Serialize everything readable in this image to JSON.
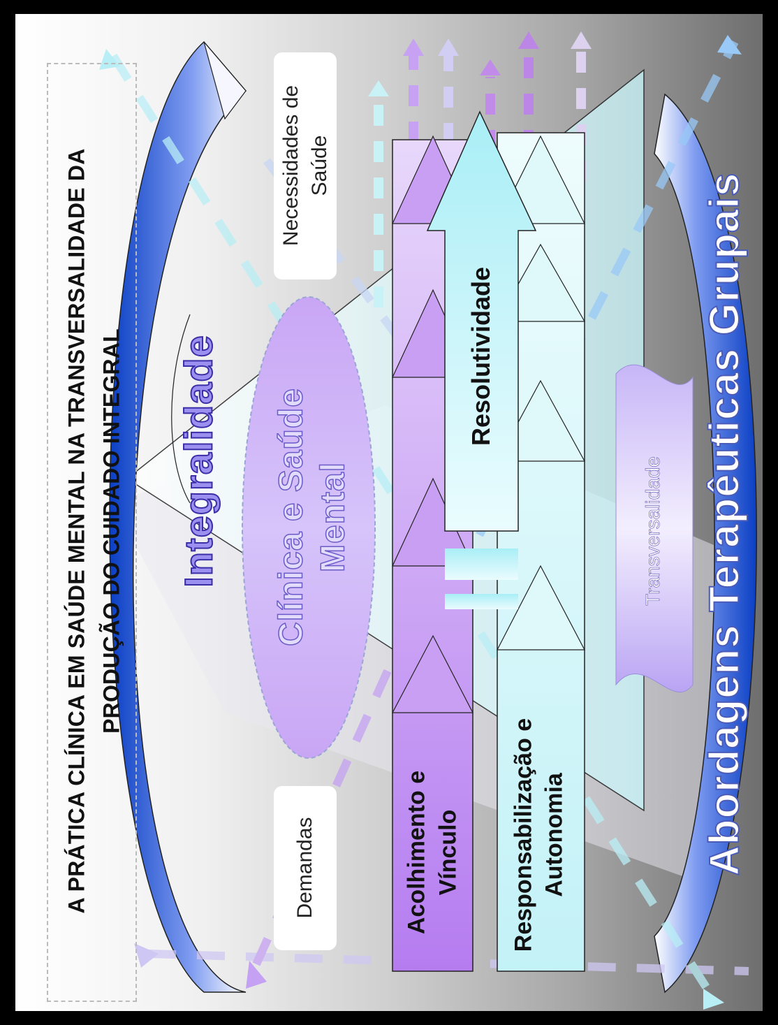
{
  "title": {
    "line1": "A PRÁTICA CLÍNICA EM SAÚDE MENTAL NA TRANSVERSALIDADE DA",
    "line2": "PRODUÇÃO DO CUIDADO INTEGRAL"
  },
  "labels": {
    "integralidade": "Integralidade",
    "clinica_line1": "Clínica e Saúde",
    "clinica_line2": "Mental",
    "necessidades_line1": "Necessidades de",
    "necessidades_line2": "Saúde",
    "demandas": "Demandas",
    "resolutividade": "Resolutividade",
    "acolhimento_line1": "Acolhimento e",
    "acolhimento_line2": "Vínculo",
    "responsabilizacao_line1": "Responsabilização e",
    "responsabilizacao_line2": "Autonomia",
    "transversalidade": "Transversalidade",
    "abordagens": "Abordagens Terapêuticas Grupais"
  },
  "colors": {
    "blue_dark": "#0a3fc4",
    "lavender": "#c9a6f5",
    "light_cyan": "#d7f7fb",
    "violet": "#b77ff0"
  }
}
